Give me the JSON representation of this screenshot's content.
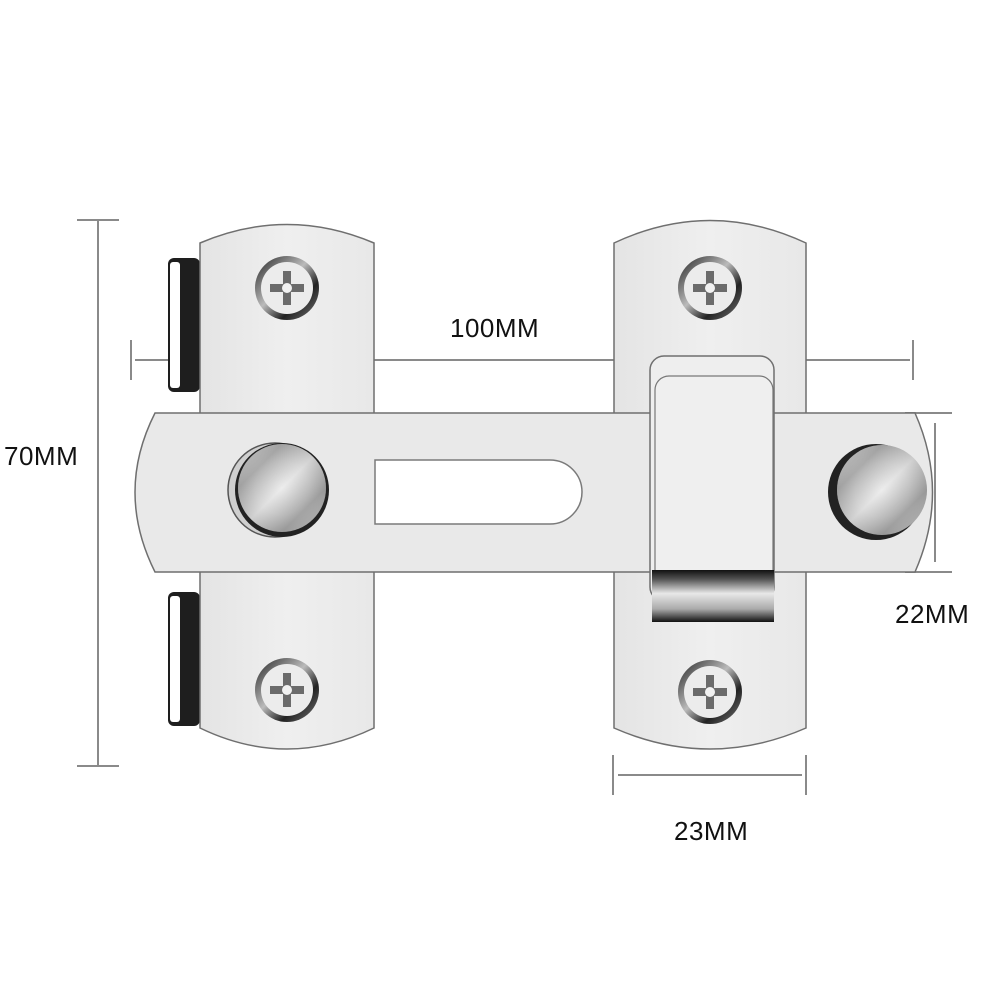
{
  "diagram": {
    "subject": "Stainless steel sliding door latch / hasp lock",
    "dimensions": {
      "height": "70MM",
      "length": "100MM",
      "bar_width": "22MM",
      "plate_width": "23MM"
    },
    "parts": {
      "left_plate": {
        "screws": 2
      },
      "right_plate": {
        "screws": 2
      },
      "sliding_bar": {
        "slot": true,
        "knobs": 2
      },
      "keeper": true
    },
    "colors": {
      "background": "#ffffff",
      "metal_light": "#ededed",
      "metal_outline": "#6f6f6f",
      "dimension_line": "#8a8a8a",
      "label_text": "#111111",
      "rubber_pad": "#1e1e1e"
    }
  }
}
